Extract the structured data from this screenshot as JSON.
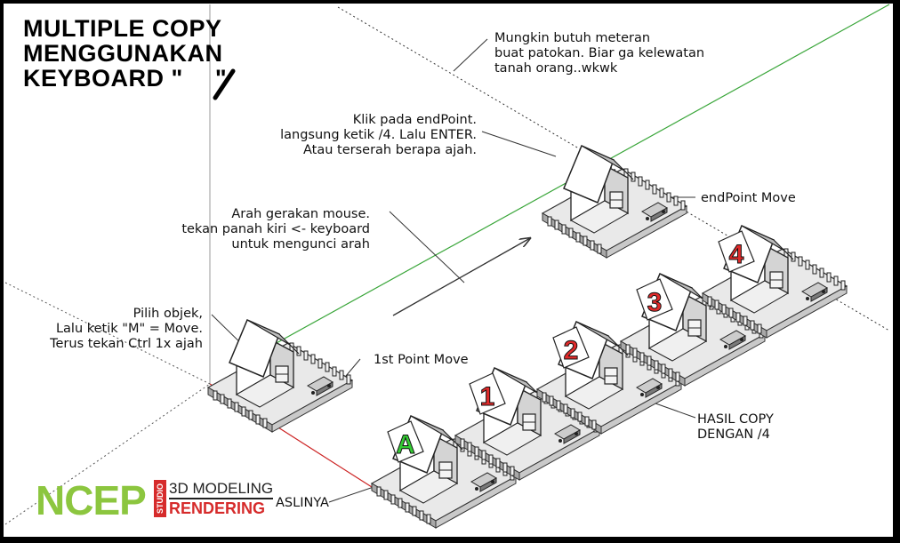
{
  "title": {
    "line1": "MULTIPLE COPY",
    "line2": "MENGGUNAKAN",
    "line3_prefix": "KEYBOARD \"",
    "line3_suffix": "\""
  },
  "notes": {
    "meteran": [
      "Mungkin butuh meteran",
      "buat patokan. Biar ga kelewatan",
      "tanah orang..wkwk"
    ],
    "endpoint": [
      "Klik pada endPoint.",
      "langsung ketik /4. Lalu  ENTER.",
      "Atau terserah berapa ajah."
    ],
    "endpoint_move": "endPoint Move",
    "arah": [
      "Arah gerakan mouse.",
      "tekan panah kiri <- keyboard",
      "untuk mengunci arah"
    ],
    "pilih": [
      "Pilih objek,",
      "Lalu ketik \"M\" = Move.",
      "Terus tekan Ctrl 1x ajah"
    ],
    "first_point": "1st Point Move",
    "hasil": [
      "HASIL COPY",
      "DENGAN /4"
    ],
    "aslinya": "ASLINYA"
  },
  "signs": [
    "A",
    "1",
    "2",
    "3",
    "4"
  ],
  "logo": {
    "main": "NCEP",
    "studio": "STUDIO",
    "line1": "3D MODELING",
    "line2": "RENDERING"
  },
  "colors": {
    "green_axis": "#3aa63a",
    "red_axis": "#cc2222",
    "sign_green": "#33cc33",
    "sign_red": "#e02a2a",
    "logo_green": "#8cc63f",
    "logo_red": "#d62b2b"
  }
}
